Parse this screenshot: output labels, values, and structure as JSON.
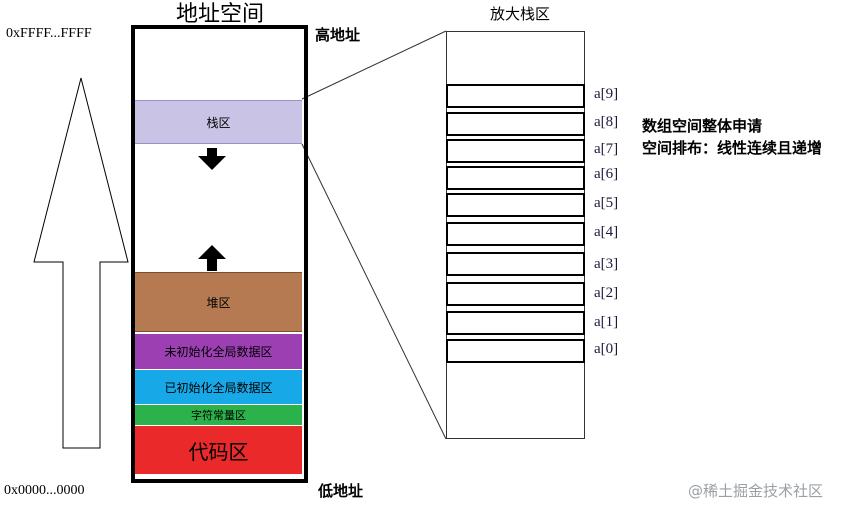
{
  "title": "地址空间",
  "address_high": "0xFFFF...FFFF",
  "address_low": "0x0000...0000",
  "label_high": "高地址",
  "label_low": "低地址",
  "segments": {
    "stack": "栈区",
    "heap": "堆区",
    "bss": "未初始化全局数据区",
    "data": "已初始化全局数据区",
    "rodata": "字符常量区",
    "text": "代码区"
  },
  "enlarge_title": "放大栈区",
  "array_cells": [
    "a[9]",
    "a[8]",
    "a[7]",
    "a[6]",
    "a[5]",
    "a[4]",
    "a[3]",
    "a[2]",
    "a[1]",
    "a[0]"
  ],
  "notes": {
    "line1": "数组空间整体申请",
    "line2": "空间排布：线性连续且递增"
  },
  "watermark": "@稀土掘金技术社区",
  "colors": {
    "stack": "#c9c3e6",
    "heap": "#b57a52",
    "bss": "#9c3fb3",
    "data": "#17a8e8",
    "rodata": "#2bb24a",
    "text": "#ea2a2a"
  }
}
